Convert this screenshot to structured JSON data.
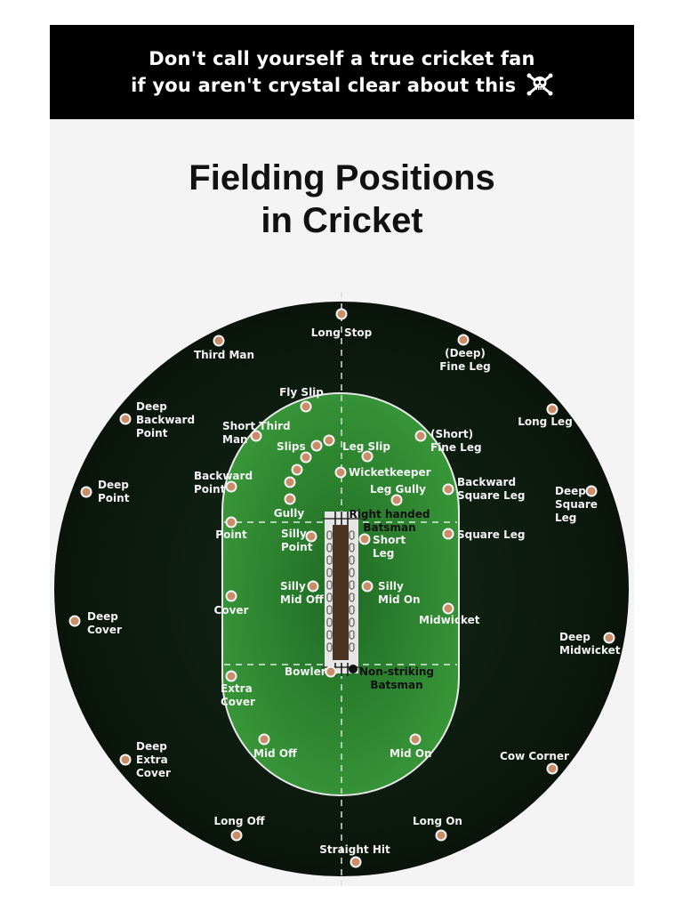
{
  "banner": {
    "line1": "Don't call yourself a true cricket fan",
    "line2": "if you aren't crystal clear about this",
    "icon": "skull-crossbones-icon"
  },
  "title": {
    "line1": "Fielding Positions",
    "line2": "in Cricket"
  },
  "colors": {
    "ground": "#0d1a10",
    "infield": "#2f8a2f",
    "infield_dark": "#1f6a24",
    "pitch": "#4a3524",
    "boundary": "#e8e8e8",
    "marker_fill": "#c98d6a"
  },
  "positions": [
    {
      "id": "long-stop",
      "text": [
        "Long Stop"
      ]
    },
    {
      "id": "third-man",
      "text": [
        "Third Man"
      ]
    },
    {
      "id": "deep-fine-leg",
      "text": [
        "(Deep)",
        "Fine Leg"
      ]
    },
    {
      "id": "fly-slip",
      "text": [
        "Fly Slip"
      ]
    },
    {
      "id": "deep-backward-point",
      "text": [
        "Deep",
        "Backward",
        "Point"
      ]
    },
    {
      "id": "short-third-man",
      "text": [
        "Short Third",
        "Man"
      ]
    },
    {
      "id": "long-leg",
      "text": [
        "Long Leg"
      ]
    },
    {
      "id": "slips",
      "text": [
        "Slips"
      ]
    },
    {
      "id": "leg-slip",
      "text": [
        "Leg Slip"
      ]
    },
    {
      "id": "short-fine-leg",
      "text": [
        "(Short)",
        "Fine Leg"
      ]
    },
    {
      "id": "wicketkeeper",
      "text": [
        "Wicketkeeper"
      ]
    },
    {
      "id": "backward-point",
      "text": [
        "Backward",
        "Point"
      ]
    },
    {
      "id": "leg-gully",
      "text": [
        "Leg Gully"
      ]
    },
    {
      "id": "backward-square-leg",
      "text": [
        "Backward",
        "Square Leg"
      ]
    },
    {
      "id": "deep-point",
      "text": [
        "Deep",
        "Point"
      ]
    },
    {
      "id": "deep-square-leg",
      "text": [
        "Deep",
        "Square",
        "Leg"
      ]
    },
    {
      "id": "gully",
      "text": [
        "Gully"
      ]
    },
    {
      "id": "right-handed-batsman",
      "text": [
        "Right handed",
        "Batsman"
      ]
    },
    {
      "id": "point",
      "text": [
        "Point"
      ]
    },
    {
      "id": "silly-point",
      "text": [
        "Silly",
        "Point"
      ]
    },
    {
      "id": "short-leg",
      "text": [
        "Short",
        "Leg"
      ]
    },
    {
      "id": "square-leg",
      "text": [
        "Square Leg"
      ]
    },
    {
      "id": "silly-mid-off",
      "text": [
        "Silly",
        "Mid Off"
      ]
    },
    {
      "id": "silly-mid-on",
      "text": [
        "Silly",
        "Mid On"
      ]
    },
    {
      "id": "cover",
      "text": [
        "Cover"
      ]
    },
    {
      "id": "midwicket",
      "text": [
        "Midwicket"
      ]
    },
    {
      "id": "deep-cover",
      "text": [
        "Deep",
        "Cover"
      ]
    },
    {
      "id": "deep-midwicket",
      "text": [
        "Deep",
        "Midwicket"
      ]
    },
    {
      "id": "bowler",
      "text": [
        "Bowler"
      ]
    },
    {
      "id": "non-striking-batsman",
      "text": [
        "Non-striking",
        "Batsman"
      ]
    },
    {
      "id": "extra-cover",
      "text": [
        "Extra",
        "Cover"
      ]
    },
    {
      "id": "mid-off",
      "text": [
        "Mid Off"
      ]
    },
    {
      "id": "mid-on",
      "text": [
        "Mid On"
      ]
    },
    {
      "id": "deep-extra-cover",
      "text": [
        "Deep",
        "Extra",
        "Cover"
      ]
    },
    {
      "id": "cow-corner",
      "text": [
        "Cow Corner"
      ]
    },
    {
      "id": "long-off",
      "text": [
        "Long Off"
      ]
    },
    {
      "id": "long-on",
      "text": [
        "Long On"
      ]
    },
    {
      "id": "straight-hit",
      "text": [
        "Straight Hit"
      ]
    }
  ]
}
